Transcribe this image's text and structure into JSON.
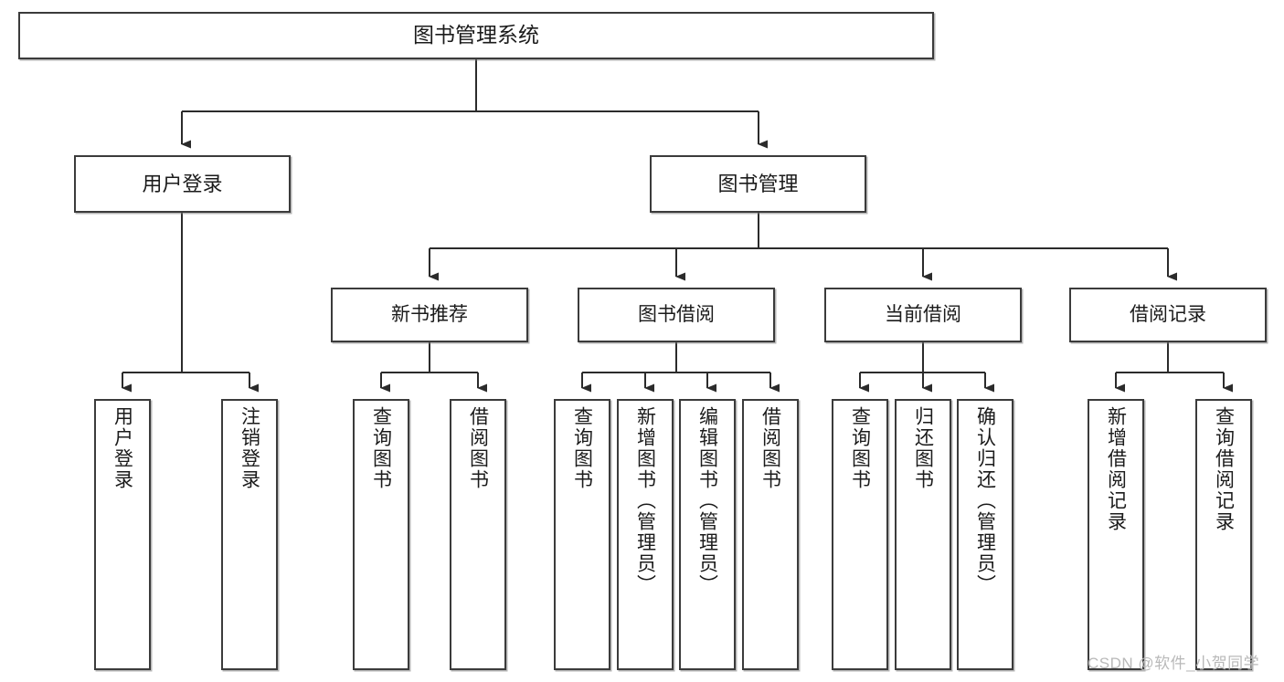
{
  "diagram": {
    "title": "图书管理系统",
    "type": "tree-hierarchy-diagram",
    "colors": {
      "box_border": "#3b3b3b",
      "box_fill": "#ffffff",
      "connector": "#2b2b2b",
      "text": "#1b1b1b",
      "watermark": "#b9b9b9",
      "background": "#ffffff"
    },
    "root": {
      "label": "图书管理系统"
    },
    "level2": [
      {
        "label": "用户登录"
      },
      {
        "label": "图书管理"
      }
    ],
    "level3": [
      {
        "label": "新书推荐"
      },
      {
        "label": "图书借阅"
      },
      {
        "label": "当前借阅"
      },
      {
        "label": "借阅记录"
      }
    ],
    "leaves": {
      "user_login": [
        {
          "label": "用户登录"
        },
        {
          "label": "注销登录"
        }
      ],
      "new_book_recommend": [
        {
          "label": "查询图书"
        },
        {
          "label": "借阅图书"
        }
      ],
      "book_borrow": [
        {
          "label": "查询图书"
        },
        {
          "label": "新增图书（管理员）"
        },
        {
          "label": "编辑图书（管理员）"
        },
        {
          "label": "借阅图书"
        }
      ],
      "current_borrow": [
        {
          "label": "查询图书"
        },
        {
          "label": "归还图书"
        },
        {
          "label": "确认归还（管理员）"
        }
      ],
      "borrow_record": [
        {
          "label": "新增借阅记录"
        },
        {
          "label": "查询借阅记录"
        }
      ]
    }
  },
  "watermark": {
    "text": "CSDN @软件_小贺同学"
  }
}
